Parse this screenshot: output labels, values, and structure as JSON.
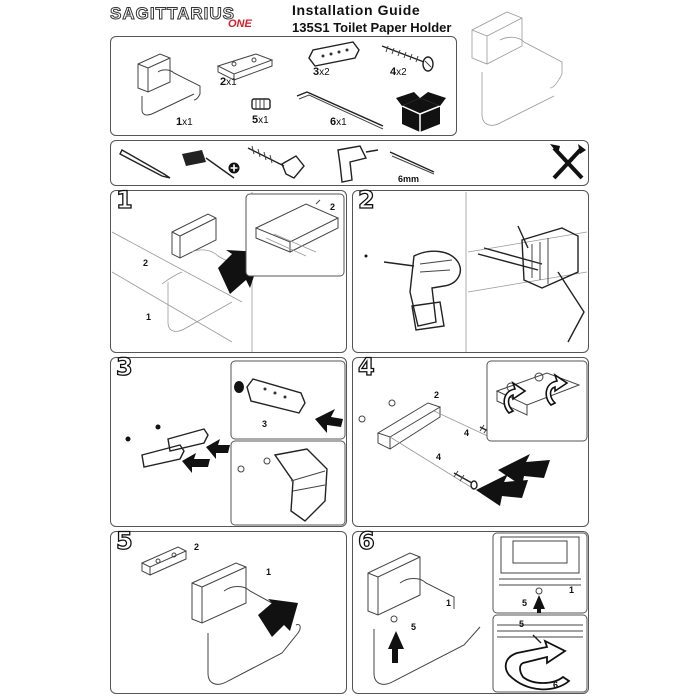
{
  "header": {
    "brand": "SAGITTARIUS",
    "brand_sub": "ONE",
    "title": "Installation Guide",
    "product": "135S1 Toilet Paper Holder"
  },
  "parts": [
    {
      "num": "1",
      "qty": "x1"
    },
    {
      "num": "2",
      "qty": "x1"
    },
    {
      "num": "3",
      "qty": "x2"
    },
    {
      "num": "4",
      "qty": "x2"
    },
    {
      "num": "5",
      "qty": "x1"
    },
    {
      "num": "6",
      "qty": "x1"
    }
  ],
  "tools": {
    "drill_bit_size": "6mm"
  },
  "steps": [
    {
      "num": "1",
      "callouts": [
        "2",
        "1",
        "2"
      ]
    },
    {
      "num": "2",
      "callouts": []
    },
    {
      "num": "3",
      "callouts": [
        "3"
      ]
    },
    {
      "num": "4",
      "callouts": [
        "2",
        "4",
        "4"
      ]
    },
    {
      "num": "5",
      "callouts": [
        "2",
        "1"
      ]
    },
    {
      "num": "6",
      "callouts": [
        "1",
        "5",
        "5",
        "1",
        "5",
        "6"
      ]
    }
  ],
  "colors": {
    "accent": "#d4202a",
    "line": "#444444"
  }
}
